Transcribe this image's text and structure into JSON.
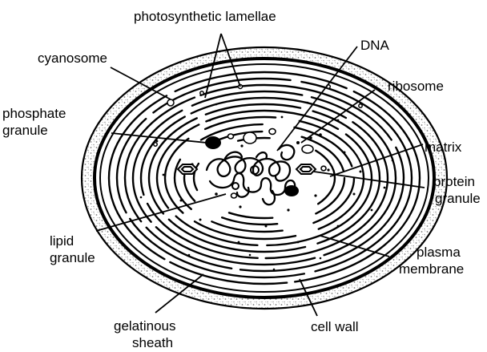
{
  "labels": {
    "photosynthetic_lamellae": "photosynthetic lamellae",
    "cyanosome": "cyanosome",
    "dna": "DNA",
    "ribosome": "ribosome",
    "phosphate_granule": [
      "phosphate",
      "granule"
    ],
    "matrix": "matrix",
    "protein_granule": [
      "protein",
      "granule"
    ],
    "lipid_granule": [
      "lipid",
      "granule"
    ],
    "plasma_membrane": [
      "plasma",
      "membrane"
    ],
    "gelatinous_sheath": [
      "gelatinous",
      "sheath"
    ],
    "cell_wall": "cell wall"
  },
  "colors": {
    "ink": "#000000",
    "background": "#ffffff",
    "sheath_dots": "#8a8a8a"
  }
}
